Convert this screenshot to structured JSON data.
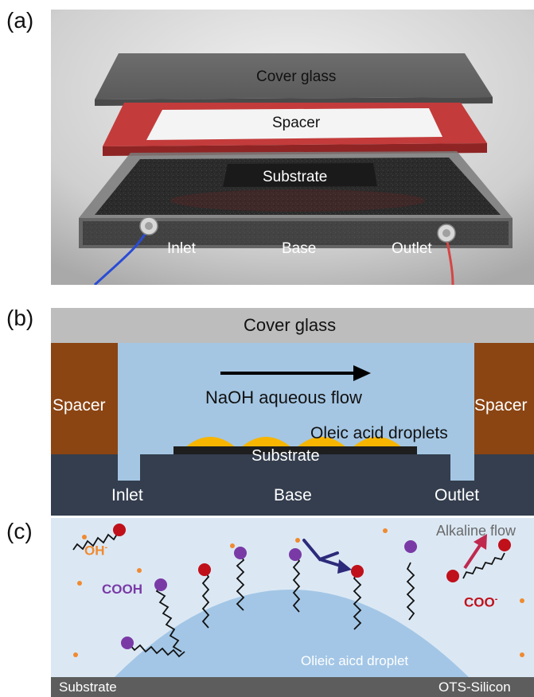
{
  "panels": {
    "a": {
      "label": "(a)",
      "cover_glass": "Cover glass",
      "spacer": "Spacer",
      "substrate": "Substrate",
      "inlet": "Inlet",
      "base": "Base",
      "outlet": "Outlet"
    },
    "b": {
      "label": "(b)",
      "cover_glass": "Cover glass",
      "flow": "NaOH aqueous flow",
      "spacer_left": "Spacer",
      "spacer_right": "Spacer",
      "droplets": "Oleic acid droplets",
      "substrate": "Substrate",
      "inlet": "Inlet",
      "base": "Base",
      "outlet": "Outlet"
    },
    "c": {
      "label": "(c)",
      "alkaline_flow": "Alkaline flow",
      "oh": "OH",
      "oh_sup": "-",
      "cooh": "COOH",
      "coo": "COO",
      "coo_sup": "-",
      "droplet": "Olieic aicd droplet",
      "substrate": "Substrate",
      "ots": "OTS-Silicon"
    }
  },
  "colors": {
    "cover_glass_b": "#bdbdbd",
    "water": "#a4c6e3",
    "spacer_brown": "#8b4513",
    "base_dark": "#343e4e",
    "droplet_yellow": "#f7b500",
    "head_red": "#c0101a",
    "head_purple": "#7a3aa6",
    "ion_orange": "#f08a30"
  }
}
